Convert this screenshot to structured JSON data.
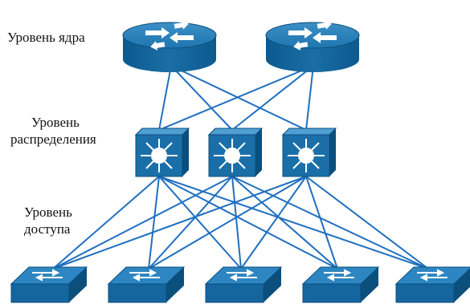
{
  "labels": {
    "core": "Уровень ядра",
    "distribution_line1": "Уровень",
    "distribution_line2": "распределения",
    "access_line1": "Уровень",
    "access_line2": "доступа"
  },
  "colors": {
    "device_top": "#2a7fb8",
    "device_side": "#0f5f95",
    "device_dark": "#0b4f7d",
    "link": "#1f6fc0",
    "text": "#111111"
  },
  "topology": {
    "core": [
      "router-1",
      "router-2"
    ],
    "distribution": [
      "l3-switch-1",
      "l3-switch-2",
      "l3-switch-3"
    ],
    "access": [
      "switch-1",
      "switch-2",
      "switch-3",
      "switch-4",
      "switch-5"
    ],
    "core_links": "full-mesh to distribution",
    "access_links": "full-mesh to distribution"
  }
}
